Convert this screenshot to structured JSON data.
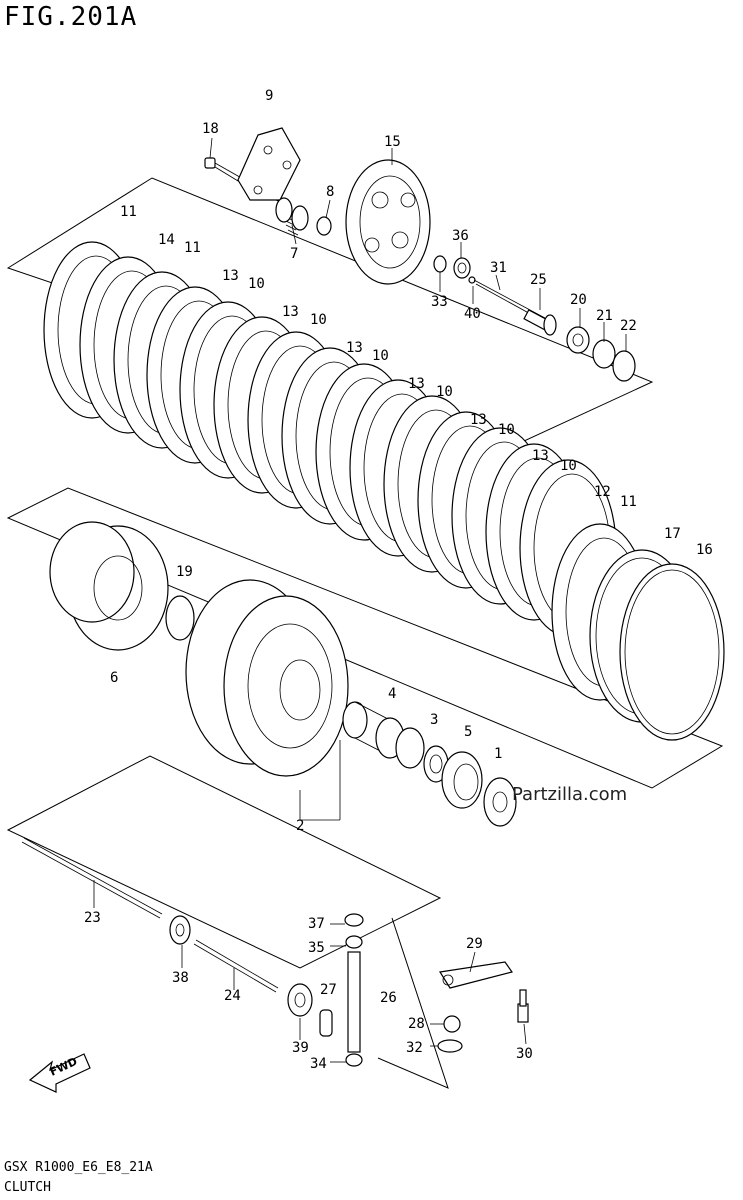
{
  "figure": {
    "title": "FIG.201A",
    "footer_code": "GSX R1000_E6_E8_21A",
    "footer_name": "CLUTCH",
    "watermark": "Partzilla.com",
    "fwd_label": "FWD"
  },
  "callouts": [
    {
      "id": "c9",
      "text": "9"
    },
    {
      "id": "c18",
      "text": "18"
    },
    {
      "id": "c8",
      "text": "8"
    },
    {
      "id": "c7",
      "text": "7"
    },
    {
      "id": "c15",
      "text": "15"
    },
    {
      "id": "c36",
      "text": "36"
    },
    {
      "id": "c33",
      "text": "33"
    },
    {
      "id": "c40",
      "text": "40"
    },
    {
      "id": "c31",
      "text": "31"
    },
    {
      "id": "c25",
      "text": "25"
    },
    {
      "id": "c20",
      "text": "20"
    },
    {
      "id": "c21",
      "text": "21"
    },
    {
      "id": "c22",
      "text": "22"
    },
    {
      "id": "c11a",
      "text": "11"
    },
    {
      "id": "c14",
      "text": "14"
    },
    {
      "id": "c11b",
      "text": "11"
    },
    {
      "id": "c13a",
      "text": "13"
    },
    {
      "id": "c10a",
      "text": "10"
    },
    {
      "id": "c13b",
      "text": "13"
    },
    {
      "id": "c10b",
      "text": "10"
    },
    {
      "id": "c13c",
      "text": "13"
    },
    {
      "id": "c10c",
      "text": "10"
    },
    {
      "id": "c13d",
      "text": "13"
    },
    {
      "id": "c10d",
      "text": "10"
    },
    {
      "id": "c13e",
      "text": "13"
    },
    {
      "id": "c10e",
      "text": "10"
    },
    {
      "id": "c13f",
      "text": "13"
    },
    {
      "id": "c10f",
      "text": "10"
    },
    {
      "id": "c12",
      "text": "12"
    },
    {
      "id": "c11c",
      "text": "11"
    },
    {
      "id": "c17",
      "text": "17"
    },
    {
      "id": "c16",
      "text": "16"
    },
    {
      "id": "c19",
      "text": "19"
    },
    {
      "id": "c6",
      "text": "6"
    },
    {
      "id": "c4",
      "text": "4"
    },
    {
      "id": "c3",
      "text": "3"
    },
    {
      "id": "c5",
      "text": "5"
    },
    {
      "id": "c1",
      "text": "1"
    },
    {
      "id": "c2",
      "text": "2"
    },
    {
      "id": "c23",
      "text": "23"
    },
    {
      "id": "c38",
      "text": "38"
    },
    {
      "id": "c24",
      "text": "24"
    },
    {
      "id": "c37",
      "text": "37"
    },
    {
      "id": "c35",
      "text": "35"
    },
    {
      "id": "c27",
      "text": "27"
    },
    {
      "id": "c39",
      "text": "39"
    },
    {
      "id": "c34",
      "text": "34"
    },
    {
      "id": "c26",
      "text": "26"
    },
    {
      "id": "c29",
      "text": "29"
    },
    {
      "id": "c28",
      "text": "28"
    },
    {
      "id": "c32",
      "text": "32"
    },
    {
      "id": "c30",
      "text": "30"
    }
  ]
}
